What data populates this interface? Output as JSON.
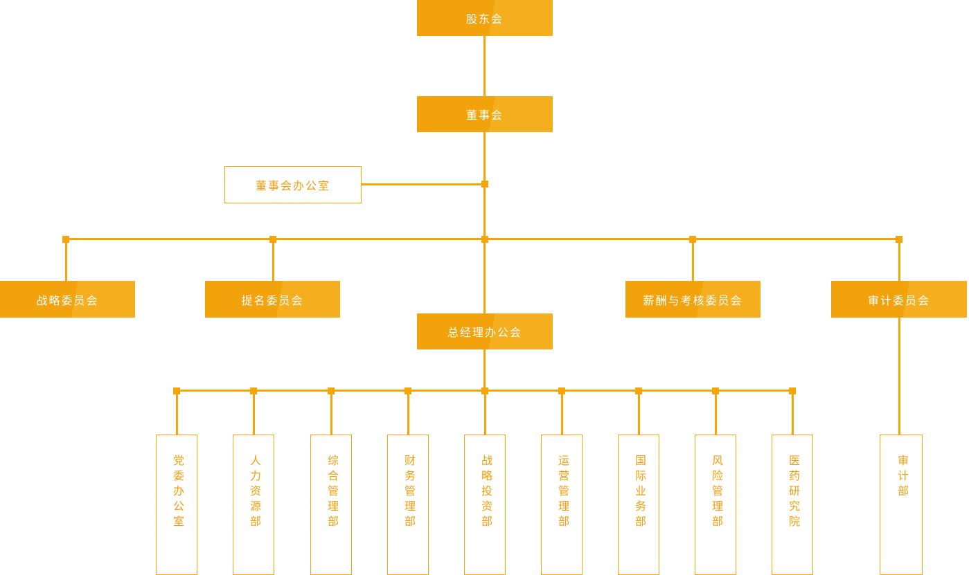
{
  "diagram": {
    "type": "org-chart",
    "nodes": {
      "shareholders": {
        "label": "股东会"
      },
      "board": {
        "label": "董事会"
      },
      "board_office": {
        "label": "董事会办公室"
      },
      "strategy_committee": {
        "label": "战略委员会"
      },
      "nomination_committee": {
        "label": "提名委员会"
      },
      "compensation_committee": {
        "label": "薪酬与考核委员会"
      },
      "audit_committee": {
        "label": "审计委员会"
      },
      "gm_office": {
        "label": "总经理办公会"
      },
      "departments": [
        "党委办公室",
        "人力资源部",
        "综合管理部",
        "财务管理部",
        "战略投资部",
        "运营管理部",
        "国际业务部",
        "风险管理部",
        "医药研究院"
      ],
      "audit_dept": {
        "label": "审计部"
      }
    },
    "colors": {
      "accent": "#F5A50A",
      "fill_dark": "#F2A20B",
      "fill_light": "#F5AF1E",
      "label_on_fill": "#FFFFFF",
      "label_outlined": "#F09E0D"
    }
  }
}
